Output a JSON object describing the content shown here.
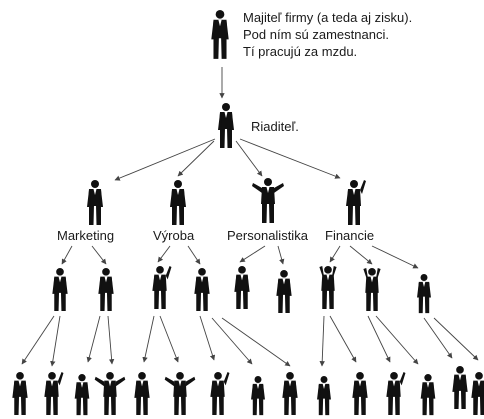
{
  "owner": {
    "caption_lines": [
      "Majiteľ firmy (a teda aj zisku).",
      "Pod ním sú zamestnanci.",
      "Tí pracujú za mzdu."
    ]
  },
  "director": {
    "caption": "Riaditeľ."
  },
  "departments": [
    {
      "label": "Marketing"
    },
    {
      "label": "Výroba"
    },
    {
      "label": "Personalistika"
    },
    {
      "label": "Financie"
    }
  ],
  "icons": {
    "person": "businessman-silhouette-icon"
  },
  "colors": {
    "figure": "#111111",
    "line": "#444444",
    "text": "#1a1a1a",
    "background": "#ffffff"
  }
}
